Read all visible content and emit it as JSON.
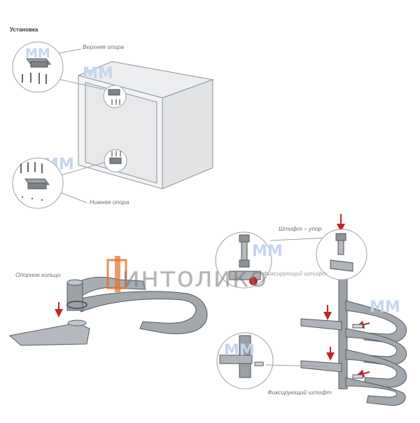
{
  "header": {
    "title": "Установка"
  },
  "callouts": {
    "upper_support": "Верхняя опора",
    "lower_support": "Нижняя опора",
    "support_ring": "Опорное кольцо",
    "stop_pin": "Штифт – упор",
    "fixing_pin_top": "Фиксирующий штифт",
    "fixing_pin_bottom": "Фиксирующий штифт"
  },
  "watermark": {
    "text": "интолико"
  },
  "colors": {
    "metal": "#9fa4a9",
    "metal_dark": "#6d7277",
    "line": "#555a60",
    "arrow": "#c0272d",
    "watermark_blue": "#b7c9e6",
    "logo_orange": "#e8702a"
  }
}
